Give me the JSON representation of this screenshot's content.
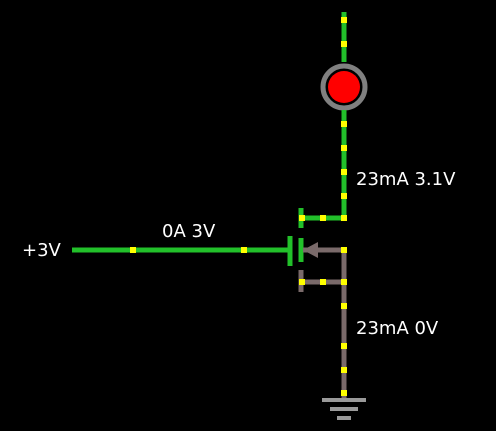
{
  "circuit": {
    "gate_source_label": "+3V",
    "gate_wire_label": "0A 3V",
    "drain_wire_label": "23mA 3.1V",
    "source_wire_label": "23mA 0V"
  },
  "colors": {
    "background": "#000000",
    "wire_high": "#22c02a",
    "wire_low": "#7a6a6a",
    "current_dot": "#ffff00",
    "led_body": "#ff0000",
    "led_ring": "#808080",
    "text": "#ffffff",
    "ground": "#9a9a9a"
  }
}
